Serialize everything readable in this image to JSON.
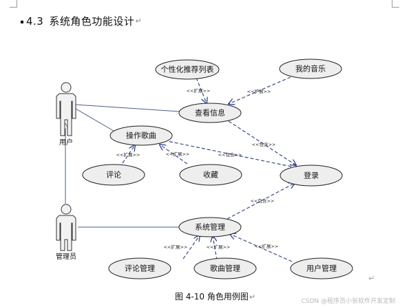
{
  "heading": {
    "number": "4.3",
    "title": "系统角色功能设计",
    "para_mark": "↵"
  },
  "actors": {
    "user": "用户",
    "admin": "管理员"
  },
  "use_cases": {
    "recommend_list": "个性化推荐列表",
    "my_music": "我的音乐",
    "view_info": "查看信息",
    "operate_song": "操作歌曲",
    "comment": "评论",
    "favorite": "收藏",
    "login": "登录",
    "system_manage": "系统管理",
    "comment_manage": "评论管理",
    "song_manage": "歌曲管理",
    "user_manage": "用户管理"
  },
  "stereotypes": {
    "extend": "<<扩展>>",
    "include": "<<包含>>"
  },
  "caption": {
    "text": "图 4-10  角色用例图",
    "para_mark": "↵"
  },
  "return_mark": "↵",
  "watermark": "CSDN @程序员小张软件开发定制"
}
